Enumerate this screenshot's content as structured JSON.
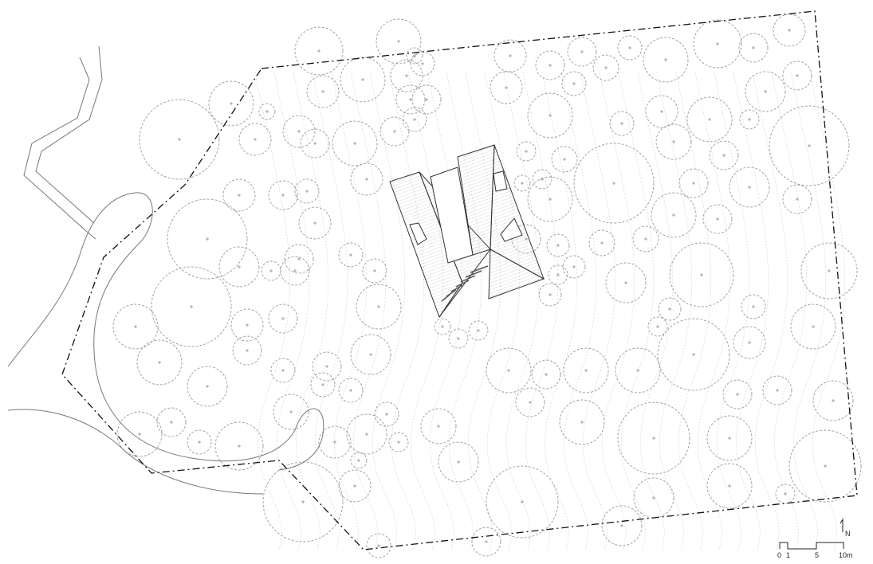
{
  "scale_bar": {
    "labels": [
      "0",
      "1",
      "5",
      "10m"
    ]
  },
  "north_arrow": {
    "label": "N"
  },
  "colors": {
    "line": "#333333",
    "tree": "#9a9a9a",
    "contour": "#cfcfcf",
    "roof_hatch": "#bbbbbb"
  }
}
